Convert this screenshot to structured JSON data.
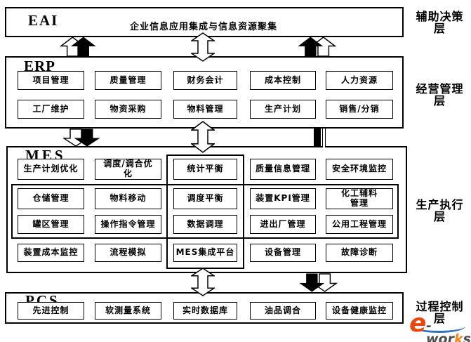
{
  "layers": [
    {
      "title": "EAI",
      "subtitle": "企业信息应用集成与信息资源聚集",
      "side_label": [
        "辅助决策",
        "层"
      ],
      "rows": []
    },
    {
      "title": "ERP",
      "side_label": [
        "经营管理",
        "层"
      ],
      "rows": [
        [
          "项目管理",
          "质量管理",
          "财务会计",
          "成本控制",
          "人力资源"
        ],
        [
          "工厂维护",
          "物资采购",
          "物料管理",
          "生产计划",
          "销售/分销"
        ]
      ]
    },
    {
      "title": "MES",
      "side_label": [
        "生产执行",
        "层"
      ],
      "rows": [
        [
          "生产计划优化",
          "调度/调合优化",
          "统计平衡",
          "质量信息管理",
          "安全环境监控"
        ],
        [
          "仓储管理",
          "物料移动",
          "调度平衡",
          "装置KPI管理",
          "化工辅料管理"
        ],
        [
          "罐区管理",
          "操作指令管理",
          "数据调理",
          "进出厂管理",
          "公用工程管理"
        ],
        [
          "装置成本监控",
          "流程模拟",
          "MES集成平台",
          "设备管理",
          "故障诊断"
        ]
      ]
    },
    {
      "title": "PCS",
      "side_label": [
        "过程控制",
        "层"
      ],
      "rows": [
        [
          "先进控制",
          "软测量系统",
          "实时数据库",
          "油品调合",
          "设备健康监控"
        ]
      ]
    }
  ],
  "logo": {
    "e": "e",
    "mid": "-wor",
    "k": "k",
    "s": "s"
  },
  "colors": {
    "line": "#000000",
    "background": "#ffffff",
    "logo_orange": "#e8470f",
    "logo_k_orange": "#f08519",
    "logo_gray": "#4d4d4d",
    "logo_blue": "#2f6fc1"
  }
}
